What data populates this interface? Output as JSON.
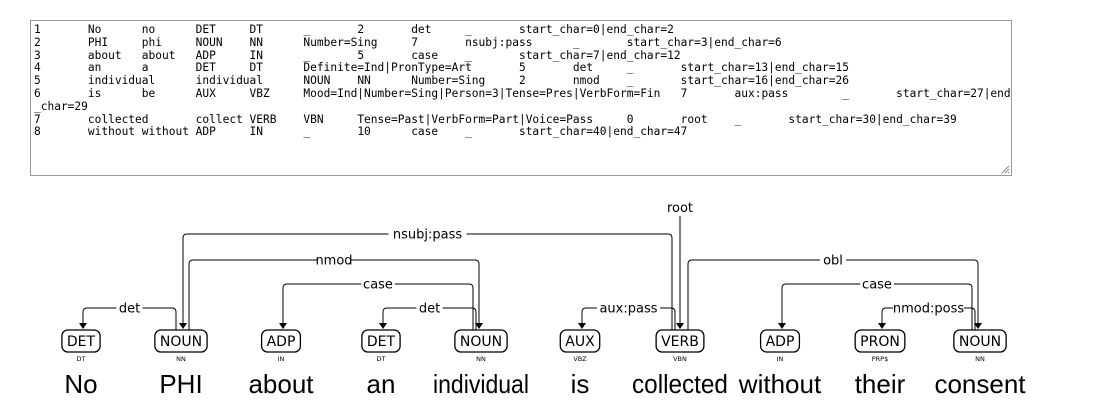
{
  "conllu": {
    "lines": [
      "1\tNo\tno\tDET\tDT\t_\t2\tdet\t_\tstart_char=0|end_char=2",
      "2\tPHI\tphi\tNOUN\tNN\tNumber=Sing\t7\tnsubj:pass\t_\tstart_char=3|end_char=6",
      "3\tabout\tabout\tADP\tIN\t_\t5\tcase\t_\tstart_char=7|end_char=12",
      "4\tan\ta\tDET\tDT\tDefinite=Ind|PronType=Art\t5\tdet\t_\tstart_char=13|end_char=15",
      "5\tindividual\tindividual\tNOUN\tNN\tNumber=Sing\t2\tnmod\t_\tstart_char=16|end_char=26",
      "6\tis\tbe\tAUX\tVBZ\tMood=Ind|Number=Sing|Person=3|Tense=Pres|VerbForm=Fin\t7\taux:pass\t_\tstart_char=27|end_char=29",
      "7\tcollected\tcollect\tVERB\tVBN\tTense=Past|VerbForm=Part|Voice=Pass\t0\troot\t_\tstart_char=30|end_char=39",
      "8\twithout\twithout\tADP\tIN\t_\t10\tcase\t_\tstart_char=40|end_char=47"
    ]
  },
  "tree": {
    "tokens": [
      {
        "form": "No",
        "upos": "DET",
        "xpos": "DT"
      },
      {
        "form": "PHI",
        "upos": "NOUN",
        "xpos": "NN"
      },
      {
        "form": "about",
        "upos": "ADP",
        "xpos": "IN"
      },
      {
        "form": "an",
        "upos": "DET",
        "xpos": "DT"
      },
      {
        "form": "individual",
        "upos": "NOUN",
        "xpos": "NN"
      },
      {
        "form": "is",
        "upos": "AUX",
        "xpos": "VBZ"
      },
      {
        "form": "collected",
        "upos": "VERB",
        "xpos": "VBN"
      },
      {
        "form": "without",
        "upos": "ADP",
        "xpos": "IN"
      },
      {
        "form": "their",
        "upos": "PRON",
        "xpos": "PRP$"
      },
      {
        "form": "consent",
        "upos": "NOUN",
        "xpos": "NN"
      }
    ],
    "arcs": [
      {
        "head": 2,
        "dep": 1,
        "label": "det"
      },
      {
        "head": 7,
        "dep": 2,
        "label": "nsubj:pass"
      },
      {
        "head": 5,
        "dep": 3,
        "label": "case"
      },
      {
        "head": 5,
        "dep": 4,
        "label": "det"
      },
      {
        "head": 2,
        "dep": 5,
        "label": "nmod"
      },
      {
        "head": 7,
        "dep": 6,
        "label": "aux:pass"
      },
      {
        "head": 10,
        "dep": 8,
        "label": "case"
      },
      {
        "head": 10,
        "dep": 9,
        "label": "nmod:poss"
      },
      {
        "head": 7,
        "dep": 10,
        "label": "obl"
      }
    ],
    "root": {
      "token": 7,
      "label": "root"
    }
  },
  "colors": {
    "ink": "#000000",
    "box_border": "#9a9a9a"
  }
}
